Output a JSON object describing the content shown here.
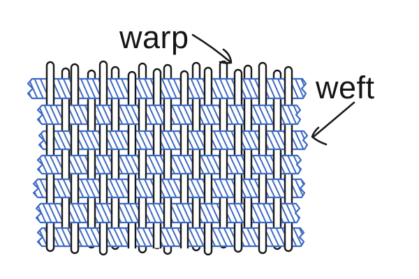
{
  "diagram": {
    "title": "plain weave fabric diagram",
    "labels": {
      "warp": "warp",
      "weft": "weft"
    },
    "weave": {
      "pattern": "plain",
      "warp_count": 19,
      "weft_count": 7,
      "warp_orientation": "vertical",
      "weft_orientation": "horizontal"
    },
    "colors": {
      "background": "#ffffff",
      "weft_blue": "#3c69c5",
      "warp_outline": "#181818",
      "thread_fill": "#ffffff",
      "label_text": "#151515",
      "arrow": "#1a1a1a"
    }
  }
}
